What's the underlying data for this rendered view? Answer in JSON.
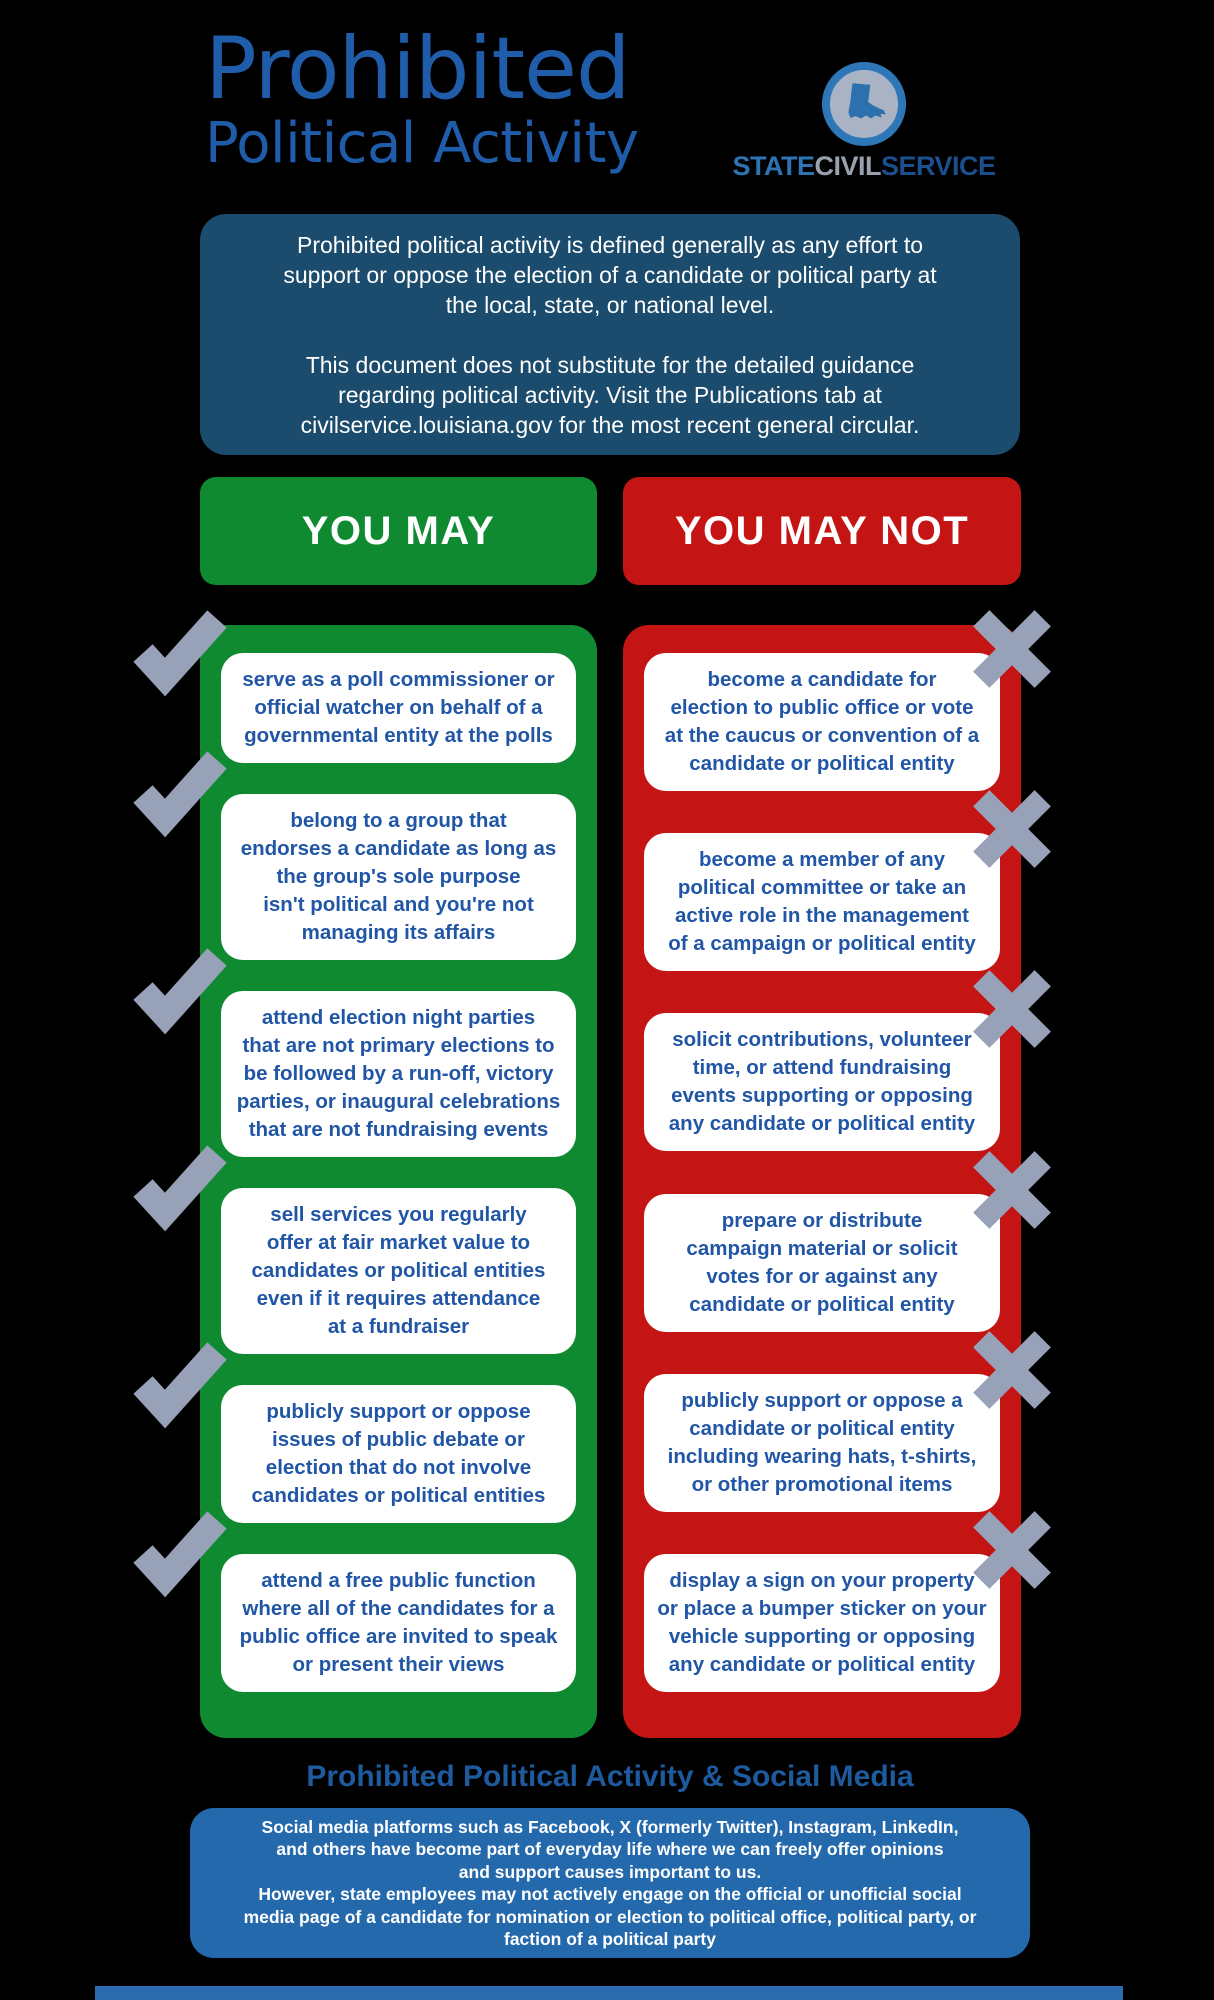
{
  "header": {
    "title_line1": "Prohibited",
    "title_line2": "Political Activity",
    "logo": {
      "icon": "louisiana-state-icon",
      "text_state": "STATE",
      "text_civil": "CIVIL",
      "text_service": "SERVICE"
    }
  },
  "intro": {
    "paragraph1": "Prohibited political activity is defined generally as any effort to\nsupport or oppose the election of a candidate or political party at\nthe local, state, or national level.",
    "paragraph2": "This document does not substitute for the detailed guidance\nregarding political activity. Visit the Publications tab at\ncivilservice.louisiana.gov for the most recent general circular."
  },
  "columns": {
    "may": {
      "header": "YOU MAY",
      "icon": "checkmark-icon",
      "items": [
        "serve as a poll commissioner or\nofficial watcher on behalf of a\ngovernmental entity at the polls",
        "belong to a group that\nendorses a candidate as long as\nthe group's sole purpose\nisn't political and you're not\nmanaging its affairs",
        "attend election night parties\nthat are not primary elections to\nbe followed by a run-off, victory\nparties, or inaugural celebrations\nthat are not fundraising events",
        "sell services you regularly\noffer at fair market value to\ncandidates or political entities\neven if it requires attendance\nat a fundraiser",
        "publicly support or oppose\nissues of public debate or\nelection that do not involve\ncandidates or political entities",
        "attend a free public function\nwhere all of the candidates for a\npublic office are invited to speak\nor present their views"
      ]
    },
    "may_not": {
      "header": "YOU MAY NOT",
      "icon": "x-mark-icon",
      "items": [
        "become a candidate for\nelection to public office or vote\nat the caucus or convention of a\ncandidate or political entity",
        "become a member of any\npolitical committee or take an\nactive role in the management\nof a campaign or political entity",
        "solicit contributions, volunteer\ntime, or attend fundraising\nevents supporting or opposing\nany candidate or political entity",
        "prepare or distribute\ncampaign material or solicit\nvotes for or against any\ncandidate or political entity",
        "publicly support or oppose a\ncandidate or political entity\nincluding wearing hats, t-shirts,\nor other promotional items",
        "display a sign on your property\nor place a bumper sticker on your\nvehicle supporting or opposing\nany candidate or political entity"
      ]
    }
  },
  "social_media": {
    "heading": "Prohibited Political Activity & Social Media",
    "body": "Social media platforms such as Facebook, X (formerly Twitter), Instagram, LinkedIn,\nand others have become part of everyday life where we can freely offer opinions\nand support causes important to us.\nHowever, state employees may not actively engage on the official or unofficial social\nmedia page of a candidate for nomination or election to political office, political party, or\nfaction of a political party"
  },
  "colors": {
    "background": "#000000",
    "title_blue": "#1f5caa",
    "intro_bg": "#1b4b6d",
    "may_green": "#0f8a31",
    "may_not_red": "#c41414",
    "card_text_blue": "#2156a6",
    "mark_gray": "#97a2b8",
    "social_heading_blue": "#1e5a9e",
    "social_bg": "#2569ad",
    "footer_strip": "#2a6cae",
    "logo_ring_blue": "#2e77b6",
    "logo_fill_gray": "#a9b3c3",
    "logo_state_blue": "#2e74b4",
    "logo_civil_gray": "#99a1ae",
    "logo_service_blue": "#1c4f8e"
  }
}
